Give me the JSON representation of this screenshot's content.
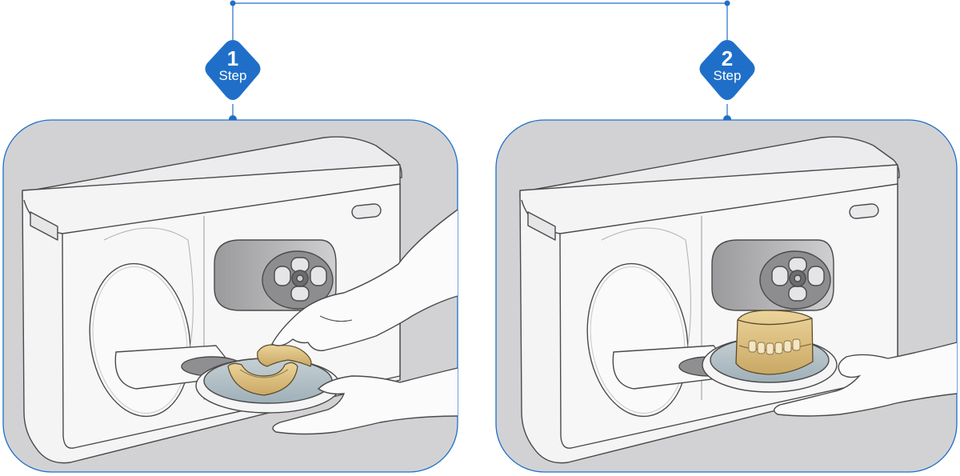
{
  "steps": [
    {
      "number": "1",
      "label": "Step"
    },
    {
      "number": "2",
      "label": "Step"
    }
  ],
  "colors": {
    "accent": "#1f6fc9",
    "panel_bg": "#d2d2d4",
    "scanner_body": "#f4f4f5",
    "outline": "#4a4a4a",
    "plate": "#aebcc2",
    "dental_model": "#d9bf83"
  }
}
